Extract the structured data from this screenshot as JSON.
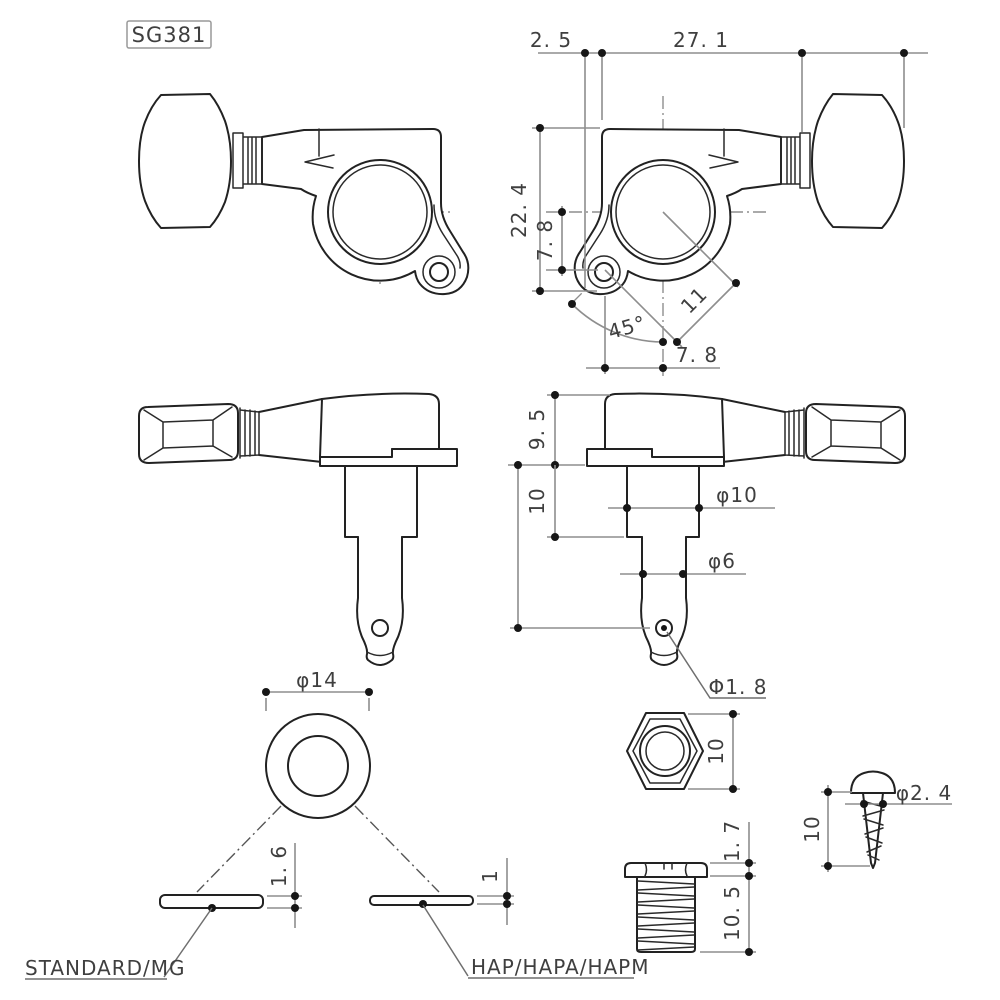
{
  "part_label": "SG381",
  "colors": {
    "line": "#222222",
    "dim": "#8e8e8e",
    "text": "#3f3f3f",
    "background": "#ffffff"
  },
  "front_view_dims": {
    "ear_overhang": "2. 5",
    "body_width": "27. 1",
    "overall_height": "22. 4",
    "hole_vertical_offset": "7. 8",
    "hole_center_distance": "11",
    "hole_angle": "45°",
    "hole_horizontal_offset": "7. 8"
  },
  "side_view_dims": {
    "housing_height": "9. 5",
    "upper_shaft_length": "10",
    "upper_shaft_diameter": "φ10",
    "lower_shaft_diameter": "φ6",
    "string_hole_diameter": "Φ1. 8"
  },
  "washer_dims": {
    "outer_diameter": "φ14",
    "standard_thickness": "1. 6",
    "hap_thickness": "1"
  },
  "variant_labels": {
    "standard": "STANDARD/MG",
    "hap": "HAP/HAPA/HAPM"
  },
  "nut_dims": {
    "across_flats": "10"
  },
  "bushing_dims": {
    "head_height": "1. 7",
    "thread_length": "10. 5"
  },
  "screw_dims": {
    "length": "10",
    "thread_diameter": "φ2. 4"
  }
}
